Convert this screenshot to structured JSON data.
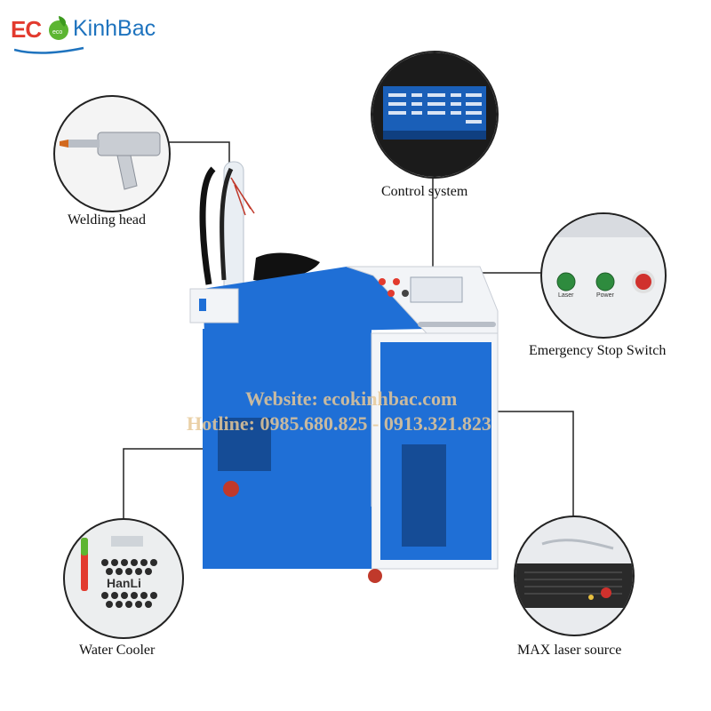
{
  "brand": {
    "logo_prefix": "EC",
    "logo_name": "KinhBac",
    "leaf_text": "eco",
    "colors": {
      "red": "#e23a2e",
      "blue": "#1e73be",
      "green": "#5cb531"
    }
  },
  "callouts": {
    "welding_head": "Welding head",
    "control_system": "Control system",
    "emergency_stop": "Emergency Stop Switch",
    "water_cooler": "Water Cooler",
    "laser_source": "MAX laser source"
  },
  "panel_buttons": {
    "laser": "Laser",
    "power": "Power"
  },
  "cooler_brand": "HanLi",
  "watermark": {
    "website": "Website: ecokinhbac.com",
    "hotline": "Hotline: 0985.680.825 - 0913.321.823"
  },
  "machine_color": "#1f6fd6"
}
